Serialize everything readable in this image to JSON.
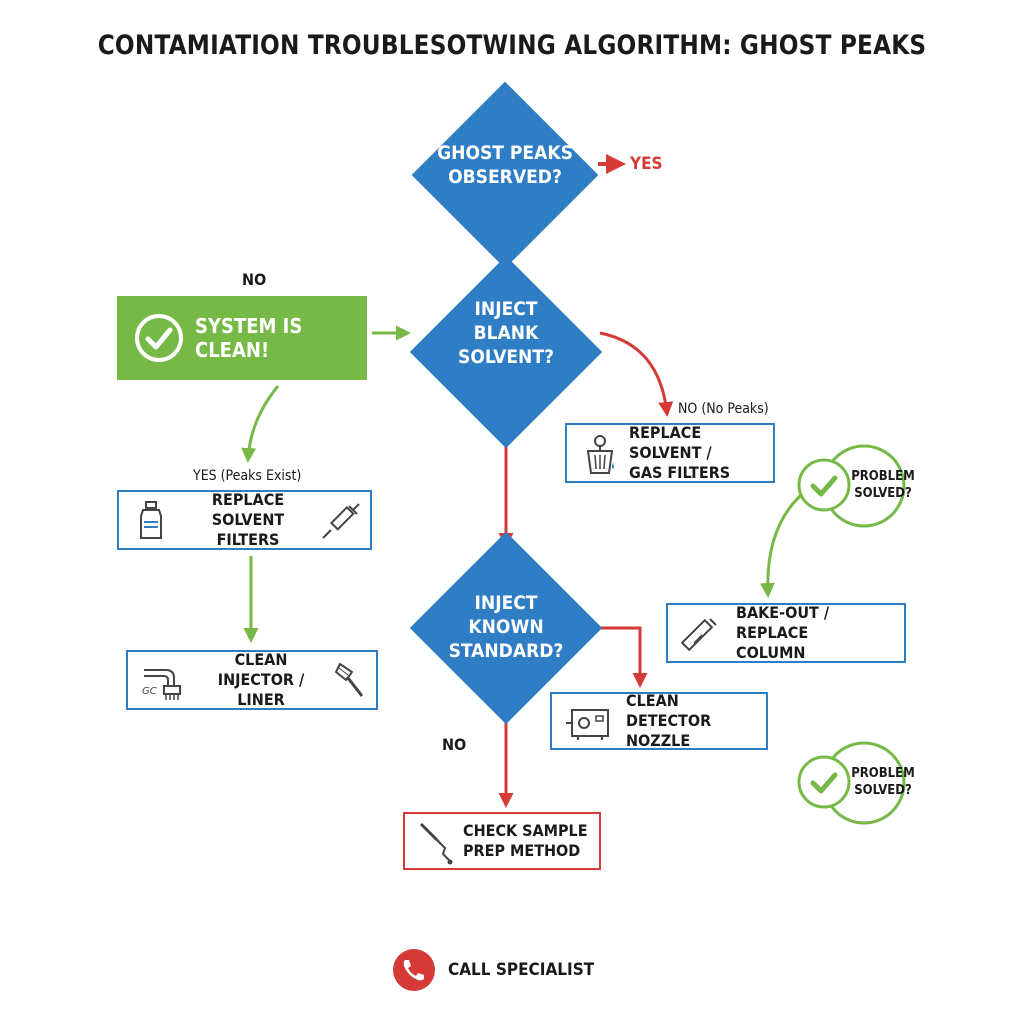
{
  "title": "CONTAMIATION TROUBLESOTWING ALGORITHM: GHOST PEAKS",
  "nodes": {
    "ghost_peaks": [
      "GHOST PEAKS",
      "OBSERVED?"
    ],
    "inject_blank": [
      "INJECT",
      "BLANK",
      "SOLVENT?"
    ],
    "inject_known": [
      "INJECT",
      "KNOWN",
      "STANDARD?"
    ],
    "system_clean": "SYSTEM IS CLEAN!",
    "replace_solvent_filters": [
      "REPLACE SOLVENT",
      "FILTERS"
    ],
    "clean_injector": [
      "CLEAN INJECTOR /",
      "LINER"
    ],
    "replace_solvent_gas": [
      "REPLACE SOLVENT /",
      "GAS FILTERS"
    ],
    "bake_out": [
      "BAKE-OUT / REPLACE",
      "COLUMN"
    ],
    "clean_detector": [
      "CLEAN DETECTOR",
      "NOZZLE"
    ],
    "check_sample": [
      "CHECK SAMPLE",
      "PREP METHOD"
    ],
    "problem_solved_1": [
      "PROBLEM",
      "SOLVED?"
    ],
    "problem_solved_2": [
      "PROBLEM",
      "SOLVED?"
    ],
    "call_specialist": "CALL SPECIALIST"
  },
  "edge_labels": {
    "yes": "YES",
    "no_top": "NO",
    "yes_peaks_exist": "YES (Peaks Exist)",
    "no_no_peaks": "NO (No Peaks)",
    "no_bottom": "NO"
  },
  "icon_text": {
    "gc": "GC"
  },
  "colors": {
    "diamond_blue": "#2f7dc4",
    "success_green": "#76b947",
    "error_red": "#d63a36"
  }
}
